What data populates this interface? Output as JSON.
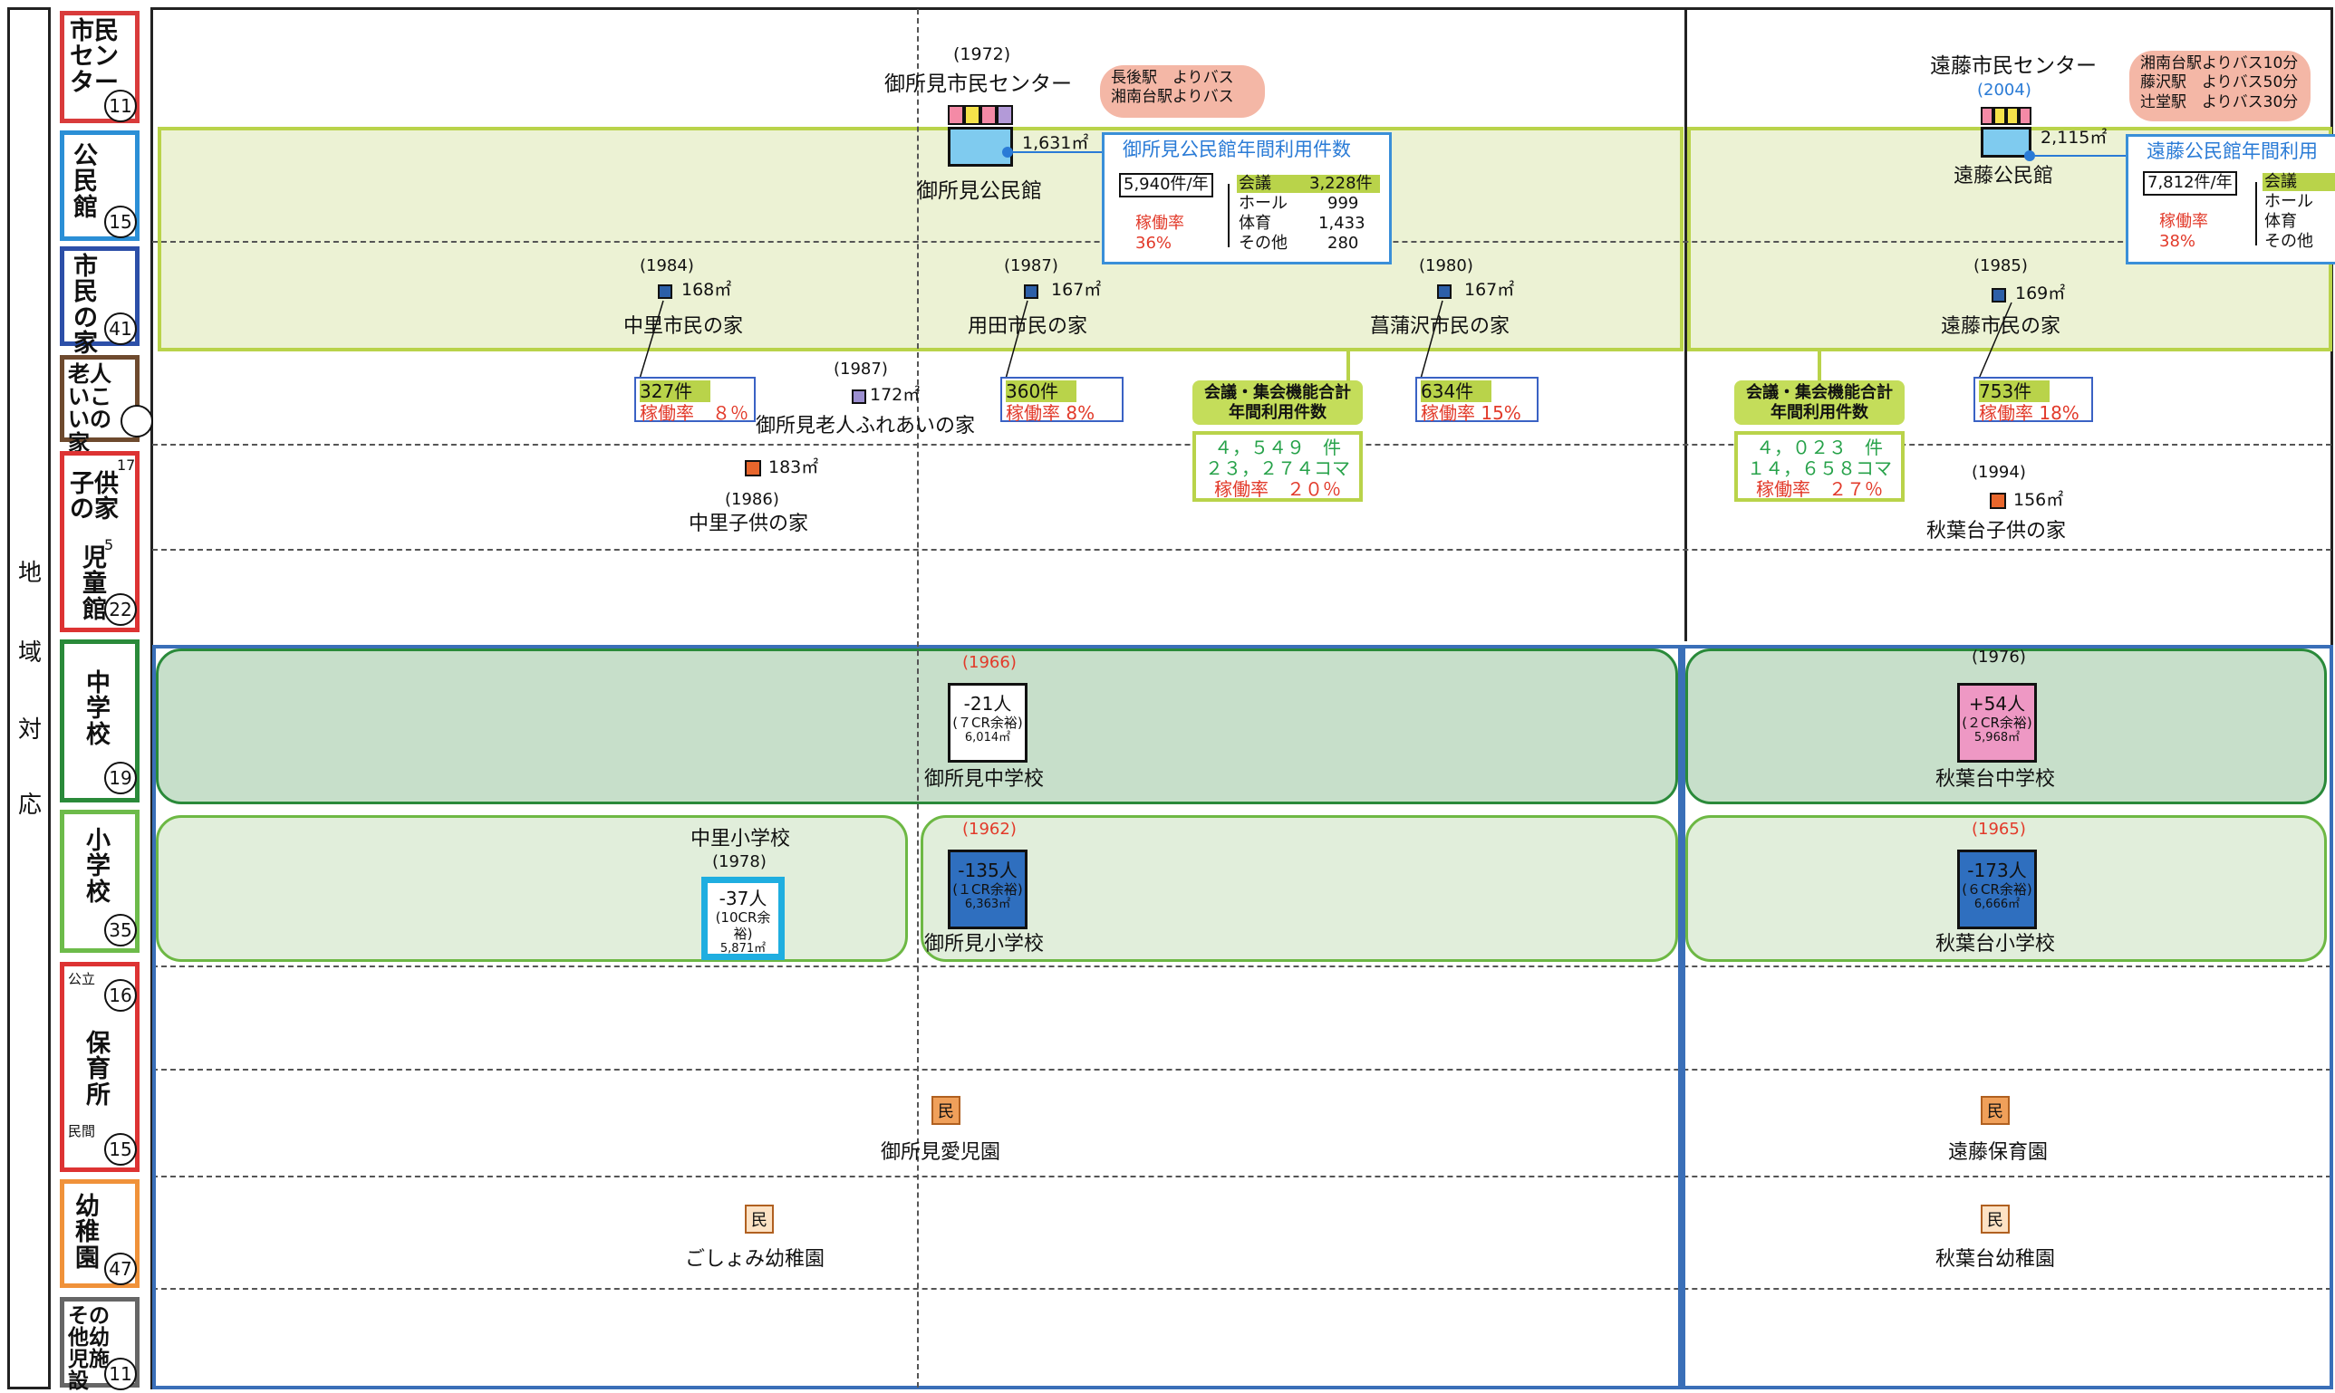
{
  "side_label": [
    "地",
    "域",
    "対",
    "応"
  ],
  "categories": [
    {
      "id": "center",
      "label": "市民センター",
      "count": "11",
      "color": "#d93b3b"
    },
    {
      "id": "kominkan",
      "label": "公民館",
      "count": "15",
      "color": "#2b8fd6"
    },
    {
      "id": "shimin",
      "label": "市民の家",
      "count": "41",
      "color": "#2c4fa8"
    },
    {
      "id": "roujin",
      "label": "老人いこいの家",
      "count": "",
      "color": "#6e4a2e"
    },
    {
      "id": "kodomo",
      "label_a": "子供の家",
      "count_a": "17",
      "label_b": "児童館",
      "count_b": "5",
      "count": "22",
      "color": "#d33"
    },
    {
      "id": "chugaku",
      "label": "中学校",
      "count": "19",
      "color": "#2a8a3a"
    },
    {
      "id": "shogaku",
      "label": "小学校",
      "count": "35",
      "color": "#6dbb4a"
    },
    {
      "id": "hoiku",
      "label": "保育所",
      "public_label": "公立",
      "public_count": "16",
      "private_label": "民間",
      "private_count": "15",
      "color": "#d33"
    },
    {
      "id": "yochien",
      "label": "幼稚園",
      "count": "47",
      "color": "#f0923a"
    },
    {
      "id": "sonota",
      "label": "その他幼児施設",
      "count": "11",
      "color": "#666"
    }
  ],
  "goshomi": {
    "center_year": "(1972)",
    "center_name": "御所見市民センター",
    "bus": [
      "長後駅　よりバス",
      "湘南台駅よりバス"
    ],
    "kominkan_area": "1,631㎡",
    "kominkan_name": "御所見公民館",
    "callout_title": "御所見公民館年間利用件数",
    "callout_total": "5,940件/年",
    "callout_rate_label": "稼働率",
    "callout_rate": "36%",
    "callout_rows": [
      [
        "会議",
        "3,228件"
      ],
      [
        "ホール",
        "999"
      ],
      [
        "体育",
        "1,433"
      ],
      [
        "その他",
        "280"
      ]
    ],
    "shimin": [
      {
        "year": "(1984)",
        "area": "168㎡",
        "name": "中里市民の家",
        "use": "327件",
        "rate": "稼働率　８％"
      },
      {
        "year": "(1987)",
        "area": "167㎡",
        "name": "用田市民の家",
        "use": "360件",
        "rate": "稼働率 8%"
      },
      {
        "year": "(1980)",
        "area": "167㎡",
        "name": "菖蒲沢市民の家",
        "use": "634件",
        "rate": "稼働率 15%"
      }
    ],
    "roujin": {
      "year": "(1987)",
      "area": "172㎡",
      "name": "御所見老人ふれあいの家"
    },
    "conf_title": [
      "会議・集会機能合計",
      "年間利用件数"
    ],
    "conf_values": [
      "４，５４９　件",
      "２３，２７４コマ",
      "稼働率　２０％"
    ],
    "kodomo": {
      "area": "183㎡",
      "year": "(1986)",
      "name": "中里子供の家"
    },
    "jh": {
      "year": "(1966)",
      "students": "-21人",
      "spare": "(７CR余裕)",
      "area": "6,014㎡",
      "name": "御所見中学校"
    },
    "es1": {
      "name": "中里小学校",
      "year": "(1978)",
      "students": "-37人",
      "spare": "(10CR余裕)",
      "area": "5,871㎡"
    },
    "es2": {
      "year": "(1962)",
      "students": "-135人",
      "spare": "(１CR余裕)",
      "area": "6,363㎡",
      "name": "御所見小学校"
    },
    "hoiku": {
      "mark": "民",
      "name": "御所見愛児園"
    },
    "yochien": {
      "mark": "民",
      "name": "ごしょみ幼稚園"
    }
  },
  "endo": {
    "center_name": "遠藤市民センター",
    "center_year": "(2004)",
    "bus": [
      "湘南台駅よりバス10分",
      "藤沢駅　よりバス50分",
      "辻堂駅　よりバス30分"
    ],
    "kominkan_area": "2,115㎡",
    "kominkan_name": "遠藤公民館",
    "callout_title": "遠藤公民館年間利用",
    "callout_total": "7,812件/年",
    "callout_rate_label": "稼働率",
    "callout_rate": "38%",
    "callout_rows": [
      [
        "会議",
        ""
      ],
      [
        "ホール",
        ""
      ],
      [
        "体育",
        ""
      ],
      [
        "その他",
        ""
      ]
    ],
    "shimin": {
      "year": "(1985)",
      "area": "169㎡",
      "name": "遠藤市民の家",
      "use": "753件",
      "rate": "稼働率 18%"
    },
    "conf_title": [
      "会議・集会機能合計",
      "年間利用件数"
    ],
    "conf_values": [
      "４，０２３　件",
      "１４，６５８コマ",
      "稼働率　２７％"
    ],
    "kodomo": {
      "year": "(1994)",
      "area": "156㎡",
      "name": "秋葉台子供の家"
    },
    "jh": {
      "year": "(1976)",
      "students": "+54人",
      "spare": "(２CR余裕)",
      "area": "5,968㎡",
      "name": "秋葉台中学校"
    },
    "es": {
      "year": "(1965)",
      "students": "-173人",
      "spare": "(６CR余裕)",
      "area": "6,666㎡",
      "name": "秋葉台小学校"
    },
    "hoiku": {
      "mark": "民",
      "name": "遠藤保育園"
    },
    "yochien": {
      "mark": "民",
      "name": "秋葉台幼稚園"
    }
  }
}
